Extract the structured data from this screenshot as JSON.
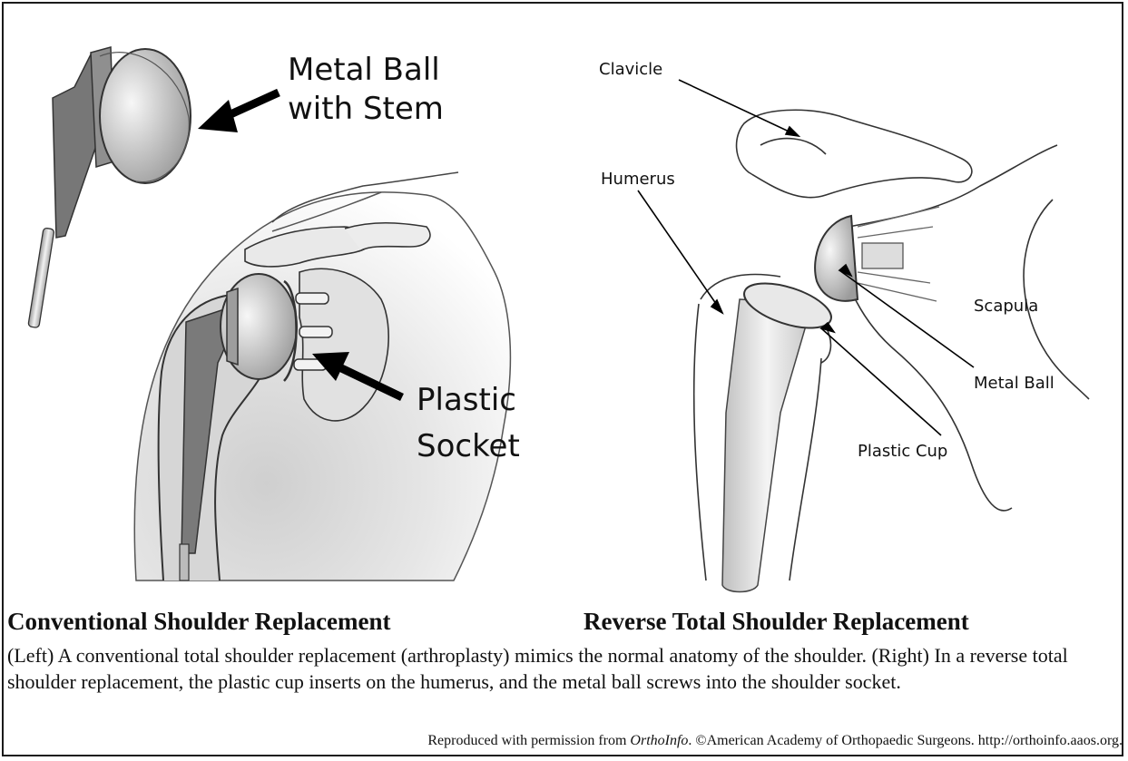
{
  "left_diagram": {
    "label_ball_line1": "Metal Ball",
    "label_ball_line2": "with Stem",
    "label_socket_line1": "Plastic",
    "label_socket_line2": "Socket"
  },
  "right_diagram": {
    "label_clavicle": "Clavicle",
    "label_humerus": "Humerus",
    "label_scapula": "Scapula",
    "label_metal_ball": "Metal Ball",
    "label_plastic_cup": "Plastic Cup"
  },
  "caption": {
    "left_title": "Conventional Shoulder Replacement",
    "right_title": "Reverse Total Shoulder Replacement",
    "body": "(Left) A conventional total shoulder replacement (arthroplasty) mimics the normal anatomy of the shoulder. (Right) In a reverse total shoulder replacement, the plastic cup inserts on the humerus, and the metal ball screws into the shoulder socket.",
    "credit_prefix": "Reproduced with permission from ",
    "credit_source": "OrthoInfo",
    "credit_suffix": ". ©American Academy of Orthopaedic Surgeons. http://orthoinfo.aaos.org."
  }
}
